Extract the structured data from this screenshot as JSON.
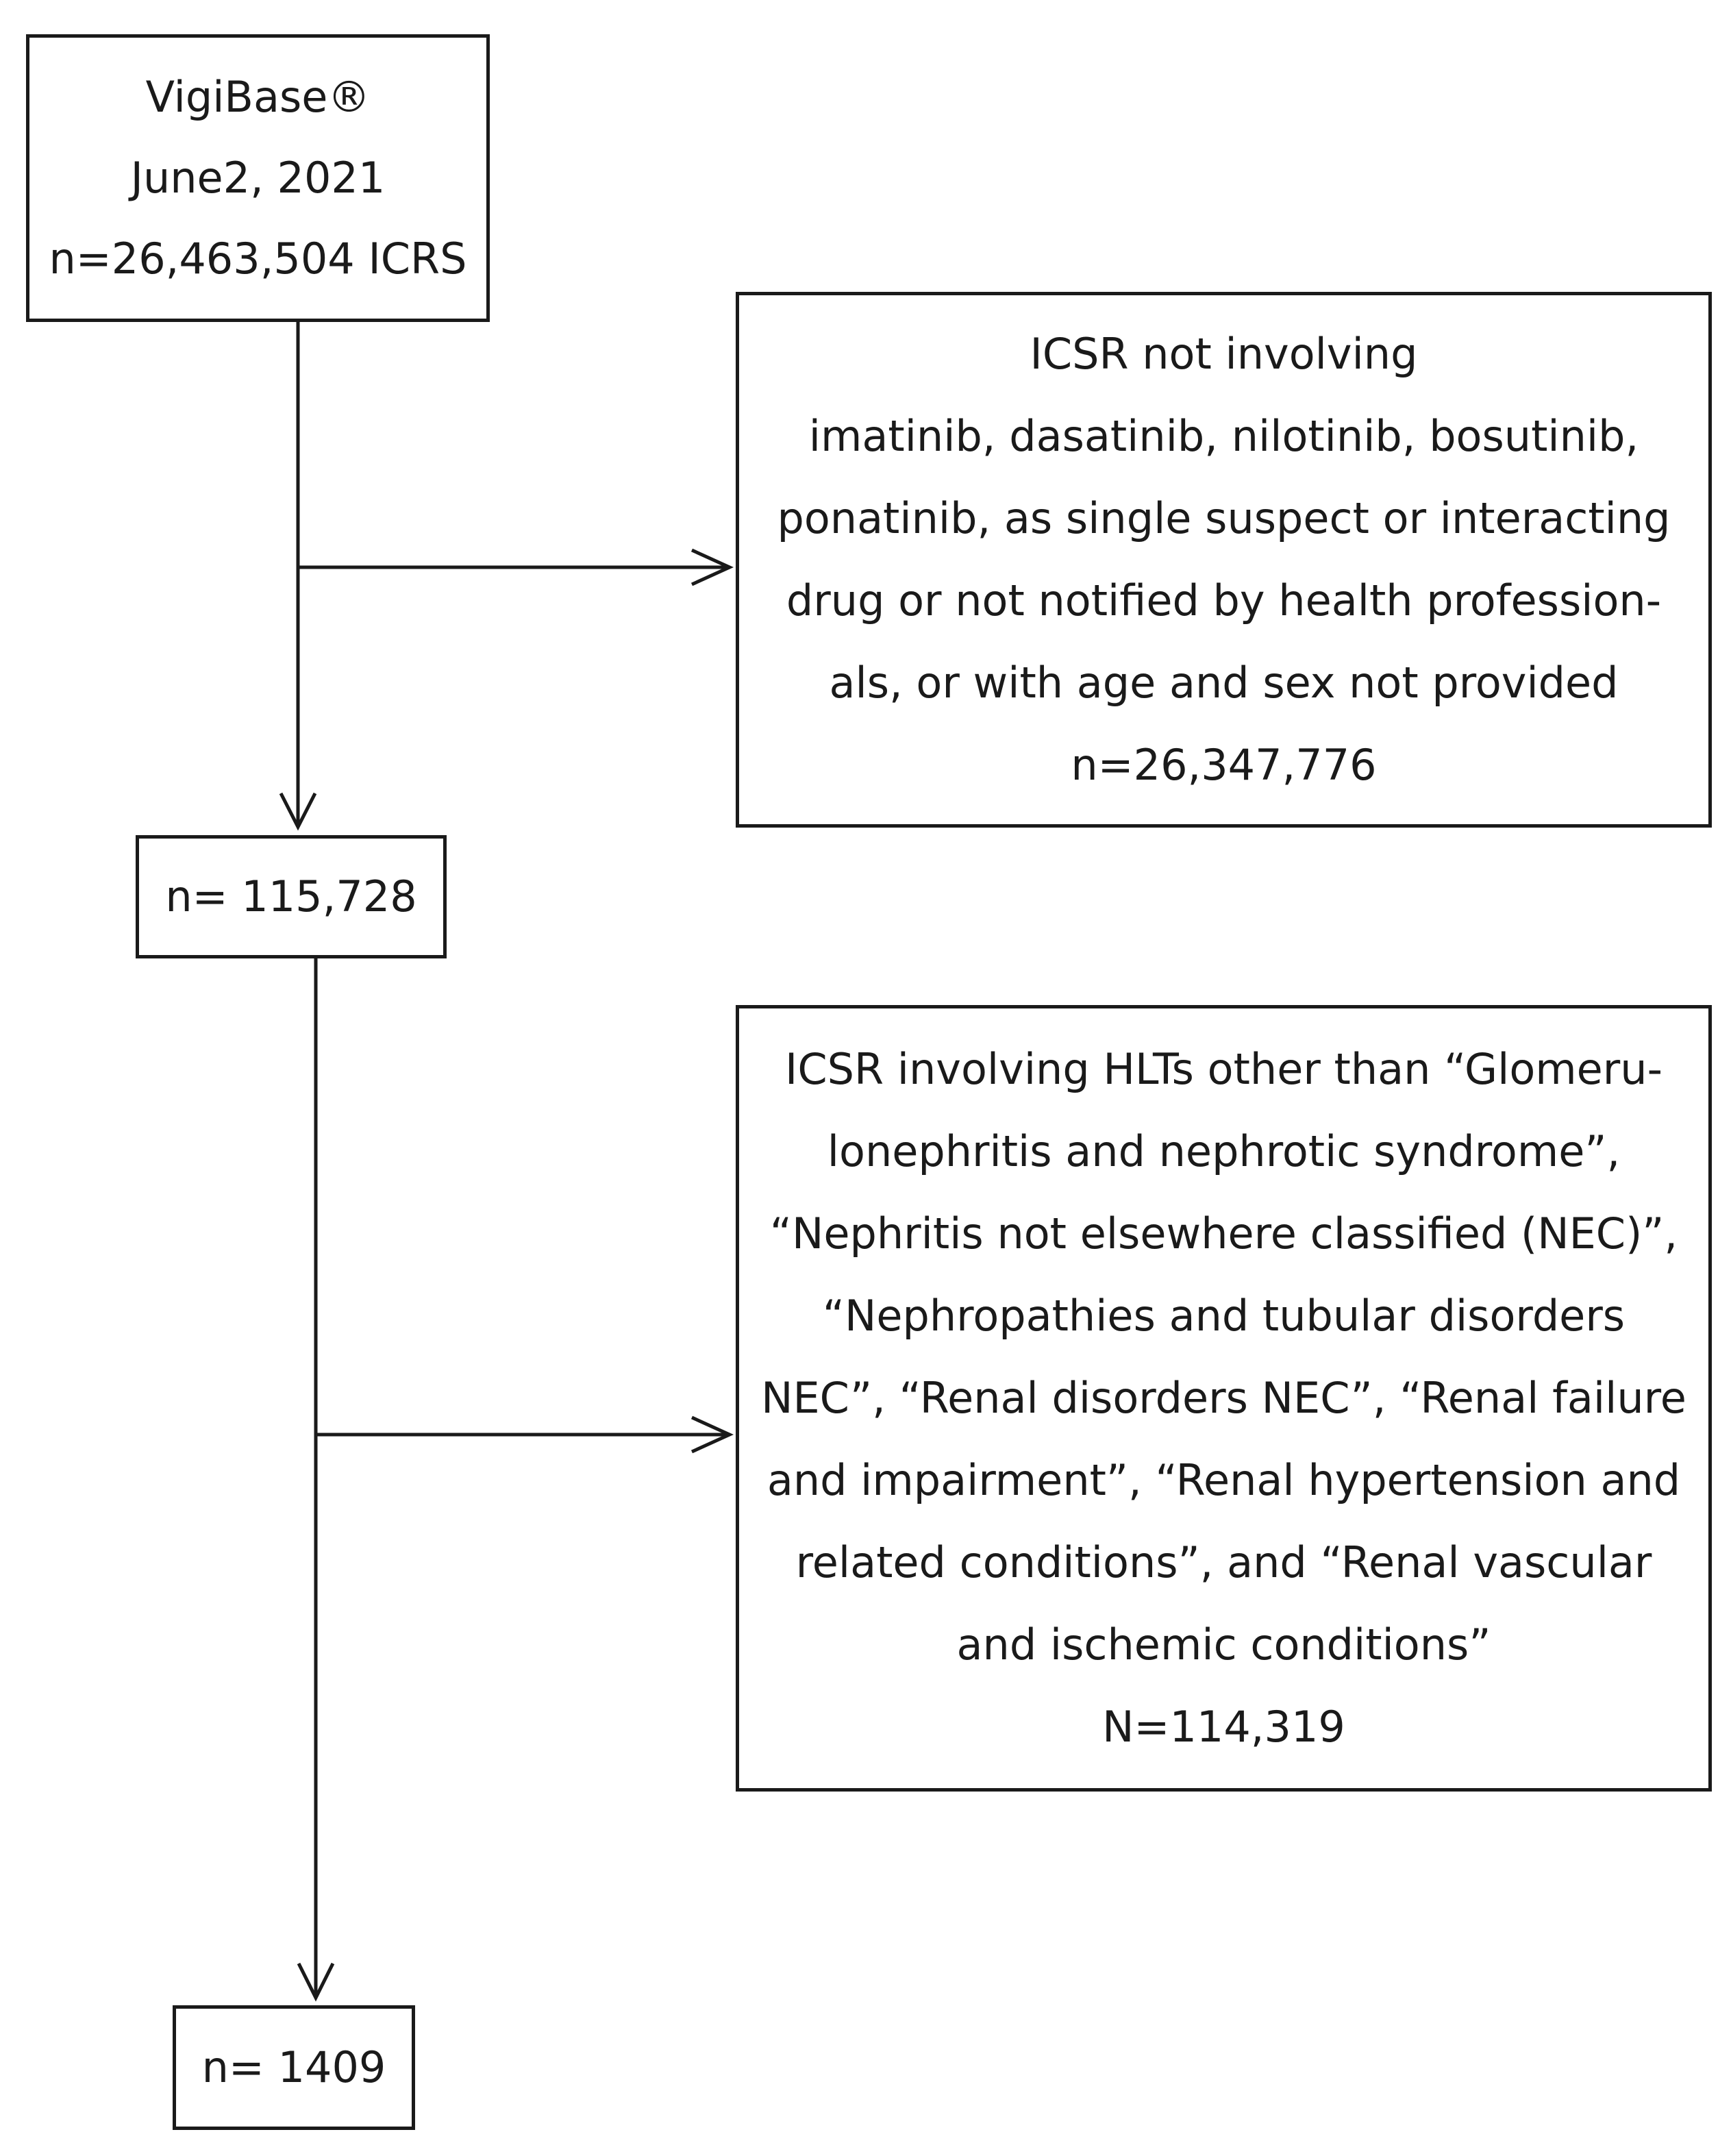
{
  "boxes": {
    "source": {
      "lines": [
        "VigiBase®",
        "June2, 2021",
        "n=26,463,504 ICRS"
      ]
    },
    "exclusion_1": {
      "lines": [
        "ICSR not involving",
        "imatinib, dasatinib, nilotinib, bosutinib,",
        "ponatinib, as single suspect or interacting",
        "drug or not notified by health profession-",
        "als, or with age and sex not provided",
        "n=26,347,776"
      ]
    },
    "step_2": {
      "lines": [
        "n= 115,728"
      ]
    },
    "exclusion_2": {
      "lines": [
        "ICSR involving HLTs other than “Glomeru-",
        "lonephritis and nephrotic syndrome”,",
        "“Nephritis not elsewhere classified (NEC)”,",
        "“Nephropathies and tubular disorders",
        "NEC”, “Renal disorders NEC”, “Renal failure",
        "and impairment”, “Renal hypertension and",
        "related conditions”, and “Renal vascular",
        "and ischemic conditions”",
        "N=114,319"
      ]
    },
    "final": {
      "lines": [
        "n= 1409"
      ]
    }
  },
  "colors": {
    "stroke": "#1a1a1a",
    "background": "#ffffff"
  }
}
